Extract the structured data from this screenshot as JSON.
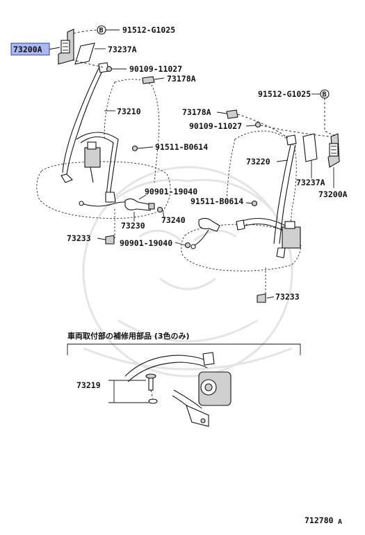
{
  "labels": {
    "p73200a_left": "73200A",
    "p91512_left": "91512-G1025",
    "p73237a_left": "73237A",
    "p90109_left": "90109-11027",
    "p73178a_left": "73178A",
    "p73210": "73210",
    "p91511_left": "91511-B0614",
    "p90901_top": "90901-19040",
    "p73230": "73230",
    "p73240": "73240",
    "p73233_left": "73233",
    "p90901_bottom": "90901-19040",
    "p91512_right": "91512-G1025",
    "p73178a_right": "73178A",
    "p90109_right": "90109-11027",
    "p73220": "73220",
    "p73237a_right": "73237A",
    "p73200a_right": "73200A",
    "p91511_right": "91511-B0614",
    "p73233_right": "73233",
    "p73219": "73219",
    "bolt_marker": "B",
    "section_caption": "車両取付部の補修用部品 (3色のみ)",
    "figure_number": "712780",
    "figure_suffix": "A"
  },
  "colors": {
    "highlight": "#a9b8ee",
    "ink": "#111111",
    "watermark": "#e4e4e4"
  }
}
